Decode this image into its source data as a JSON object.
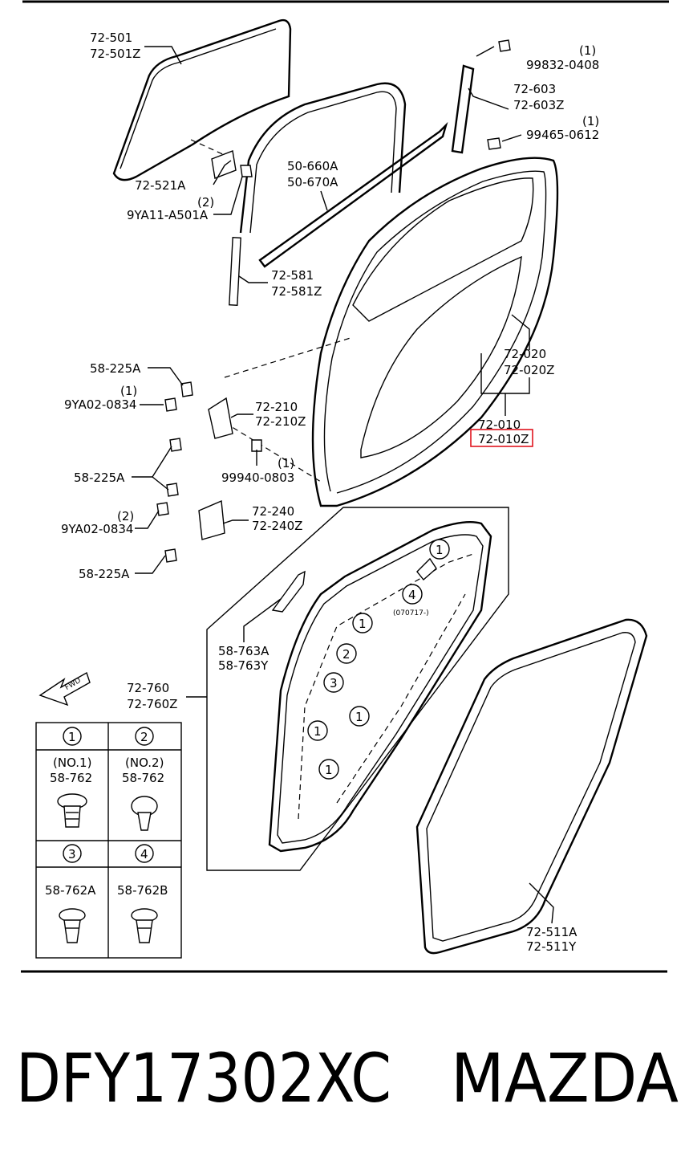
{
  "labels": {
    "p72_501": "72-501",
    "p72_501z": "72-501Z",
    "p99832_qty": "(1)",
    "p99832": "99832-0408",
    "p72_603": "72-603",
    "p72_603z": "72-603Z",
    "p99465_qty": "(1)",
    "p99465": "99465-0612",
    "p50_660a": "50-660A",
    "p50_670a": "50-670A",
    "p72_521a": "72-521A",
    "p9ya11_qty": "(2)",
    "p9ya11": "9YA11-A501A",
    "p72_581": "72-581",
    "p72_581z": "72-581Z",
    "p72_020": "72-020",
    "p72_020z": "72-020Z",
    "p72_010": "72-010",
    "p72_010z": "72-010Z",
    "p58_225a_1": "58-225A",
    "p9ya02_1_qty": "(1)",
    "p9ya02_1": "9YA02-0834",
    "p72_210": "72-210",
    "p72_210z": "72-210Z",
    "p58_225a_2": "58-225A",
    "p99940_qty": "(1)",
    "p99940": "99940-0803",
    "p9ya02_2_qty": "(2)",
    "p9ya02_2": "9YA02-0834",
    "p72_240": "72-240",
    "p72_240z": "72-240Z",
    "p58_225a_3": "58-225A",
    "p58_763a": "58-763A",
    "p58_763y": "58-763Y",
    "p72_760": "72-760",
    "p72_760z": "72-760Z",
    "p72_511a": "72-511A",
    "p72_511y": "72-511Y",
    "date_note": "(070717-)",
    "fwd": "FWD"
  },
  "callouts": [
    "1",
    "2",
    "3",
    "4"
  ],
  "legend": {
    "c1_num": "1",
    "c1_sub": "(NO.1)",
    "c1_part": "58-762",
    "c2_num": "2",
    "c2_sub": "(NO.2)",
    "c2_part": "58-762",
    "c3_num": "3",
    "c3_part": "58-762A",
    "c4_num": "4",
    "c4_part": "58-762B"
  },
  "footer": {
    "part_number": "DFY17302XC",
    "brand": "MAZDA"
  },
  "highlight_color": "#e0141e"
}
